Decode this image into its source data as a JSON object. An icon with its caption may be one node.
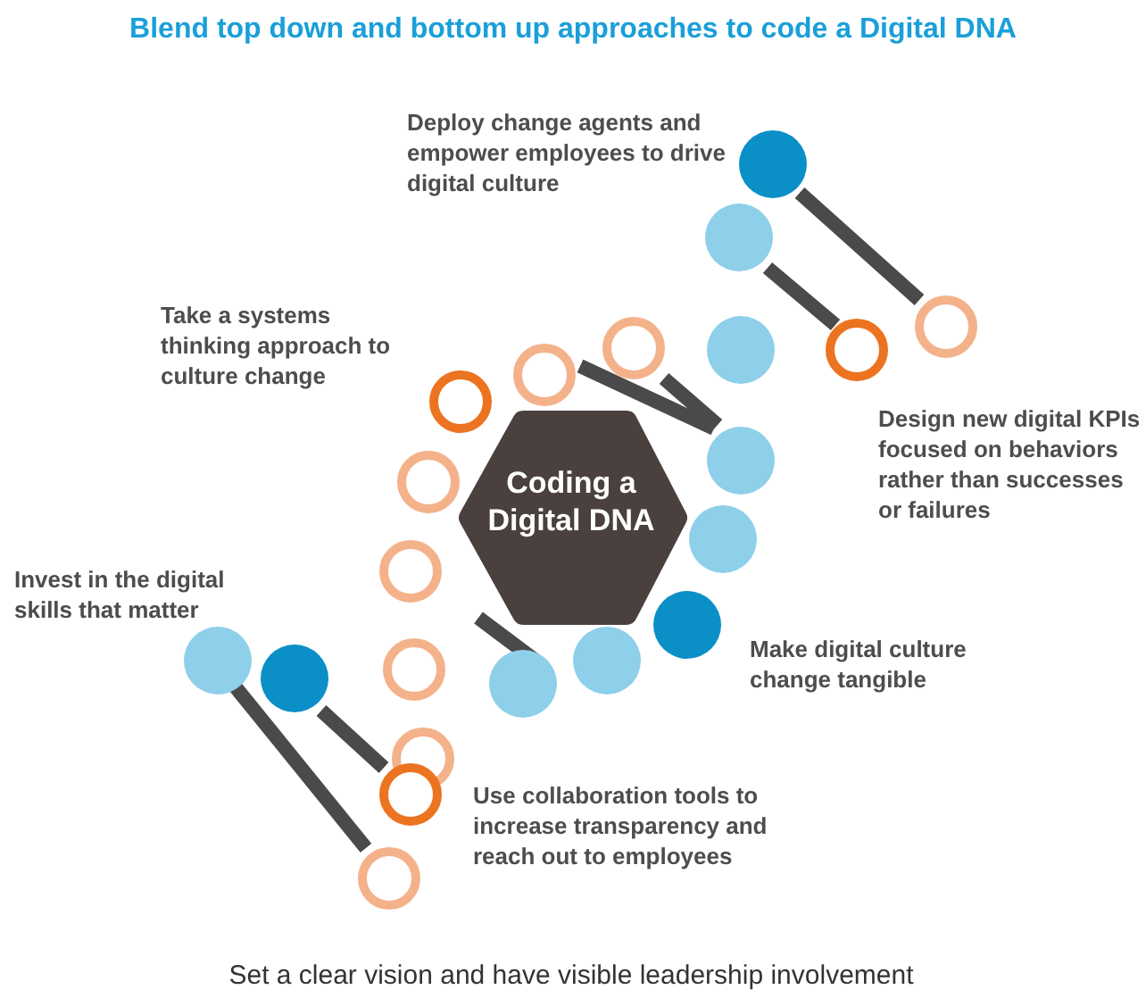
{
  "diagram": {
    "title": "Blend top down and bottom up approaches to code a Digital DNA",
    "nodes": [
      {
        "text": [
          "Coding a Digital DNA"
        ]
      }
    ],
    "labels": [
      "Deploy change agents and empower employees to drive digital culture",
      "Take a systems thinking approach to culture change",
      "Design new digital KPIs focused on behaviors rather than successes or failures",
      "Invest in the digital skills that matter",
      "Make digital culture change tangible",
      "Use collaboration tools to increase transparency and reach out to employees",
      "Set a clear vision and have visible leadership involvement"
    ]
  }
}
